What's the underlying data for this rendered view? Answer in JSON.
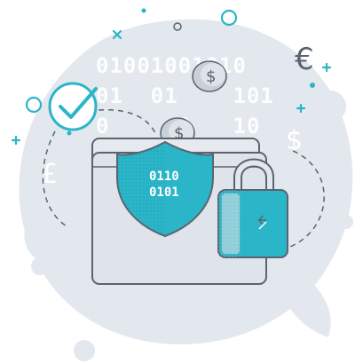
{
  "illustration": {
    "binary_background": {
      "line1": "01001001010",
      "line2": "01  01    101",
      "line3": "0     0   10"
    },
    "shield": {
      "code_line1": "0110",
      "code_line2": "0101"
    },
    "currency_glyphs": {
      "euro": "€",
      "yen": "¥",
      "pound": "£",
      "dollar": "$"
    },
    "colors": {
      "blob": "#e3e8ee",
      "accent": "#2bb5c8",
      "outline": "#5a6470",
      "wallet": "#dfe4ea",
      "coin": "#c9d0d8"
    }
  }
}
